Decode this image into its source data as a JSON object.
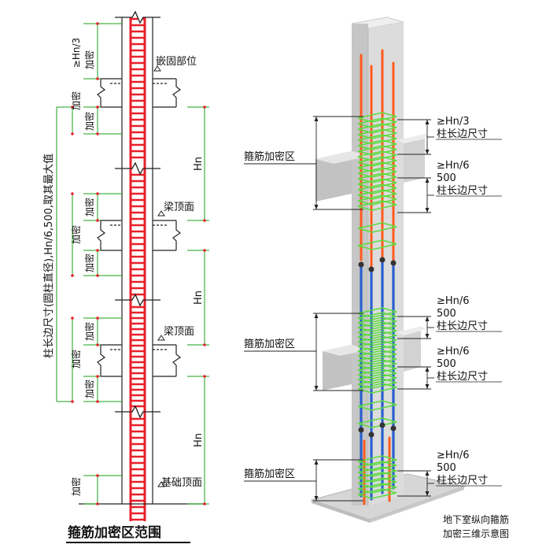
{
  "left": {
    "title": "箍筋加密区范围",
    "top_rule": "≥Hn/3",
    "densify": "加密",
    "embed_label": "嵌固部位",
    "beam_top_1": "梁顶面",
    "beam_top_2": "梁顶面",
    "foundation_top": "基础顶面",
    "hn": "Hn",
    "max_rule": "柱长边尺寸(圆柱直径),Hn/6,500,取其最大值"
  },
  "right": {
    "zone_label": "箍筋加密区",
    "caption_line1": "地下室纵向箍筋",
    "caption_line2": "加密三维示意图",
    "note_a1": "≥Hn/3",
    "note_a2": "柱长边尺寸",
    "note_b1": "≥Hn/6",
    "note_b2": "500",
    "note_b3": "柱长边尺寸"
  },
  "colors": {
    "rebar_red": "#e8202a",
    "rebar_blue": "#2a5fcf",
    "rebar_orange": "#ff5a1f",
    "stirrup_green": "#5bdc3c",
    "dim_green": "#1aa01a",
    "concrete": "#d9d9d9"
  }
}
